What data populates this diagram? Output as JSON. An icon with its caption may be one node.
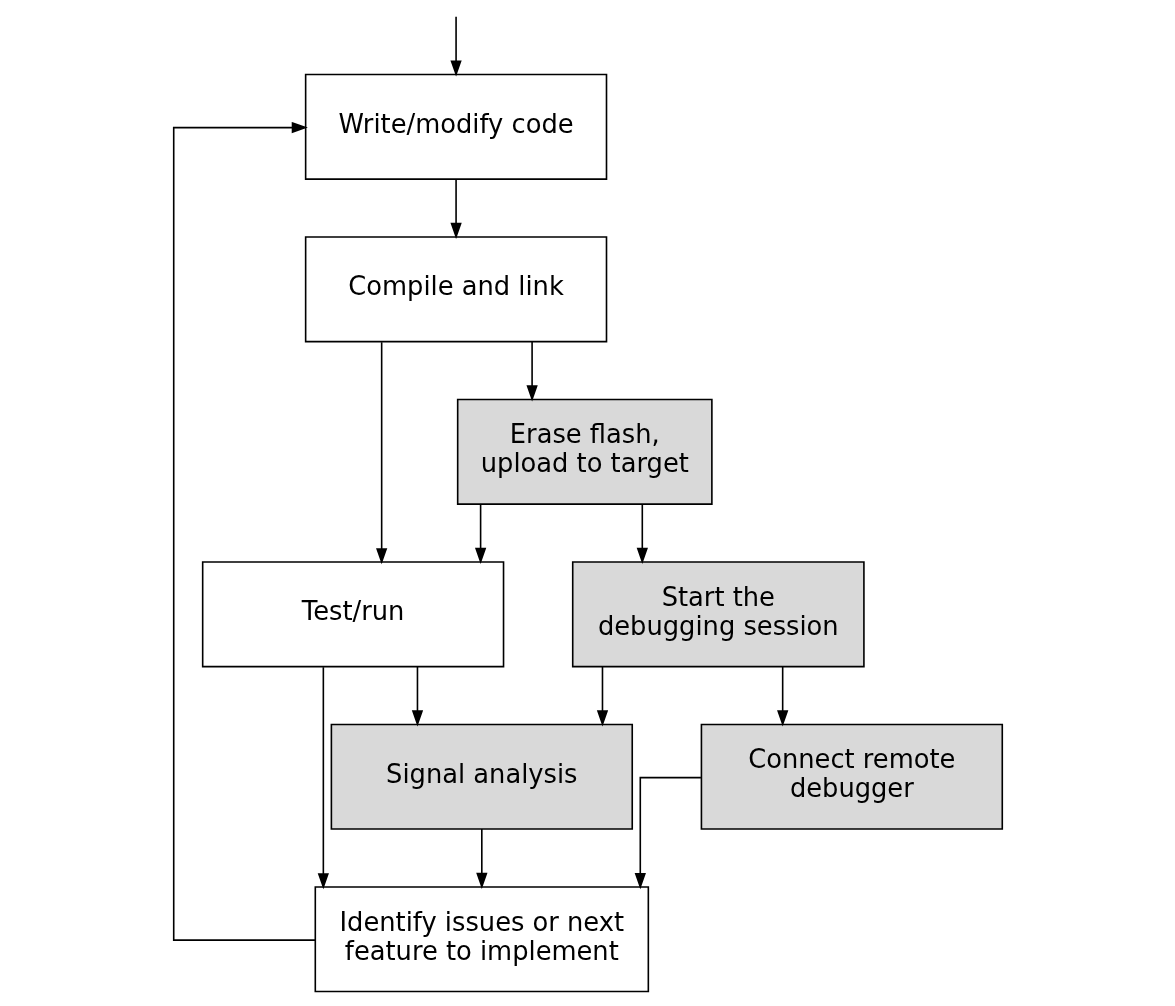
{
  "diagram": {
    "nodes": [
      {
        "text": [
          "Write/modify code"
        ]
      },
      {
        "text": [
          "Compile and link"
        ]
      },
      {
        "text": [
          "Test/run"
        ]
      },
      {
        "text": [
          "Erase flash, upload to target"
        ]
      },
      {
        "text": [
          "Signal analysis"
        ]
      },
      {
        "text": [
          "Start the debugging session"
        ]
      },
      {
        "text": [
          "Identify issues or next feature to implement"
        ]
      },
      {
        "text": [
          "Connect remote debugger"
        ]
      }
    ],
    "edges": [
      {
        "from": null,
        "to": 0,
        "arrow": "to"
      },
      {
        "from": 0,
        "to": 1,
        "arrow": "to"
      },
      {
        "from": 1,
        "to": 2,
        "arrow": "to"
      },
      {
        "from": 1,
        "to": 3,
        "arrow": "to"
      },
      {
        "from": 3,
        "to": 2,
        "arrow": "to"
      },
      {
        "from": 2,
        "to": 4,
        "arrow": "to"
      },
      {
        "from": 2,
        "to": 6,
        "arrow": "to"
      },
      {
        "from": 3,
        "to": 5,
        "arrow": "to"
      },
      {
        "from": 5,
        "to": 4,
        "arrow": "to"
      },
      {
        "from": 4,
        "to": 6,
        "arrow": "to"
      },
      {
        "from": 5,
        "to": 7,
        "arrow": "to"
      },
      {
        "from": 7,
        "to": 6,
        "arrow": "to"
      },
      {
        "from": 6,
        "to": 0,
        "arrow": "to"
      }
    ]
  }
}
